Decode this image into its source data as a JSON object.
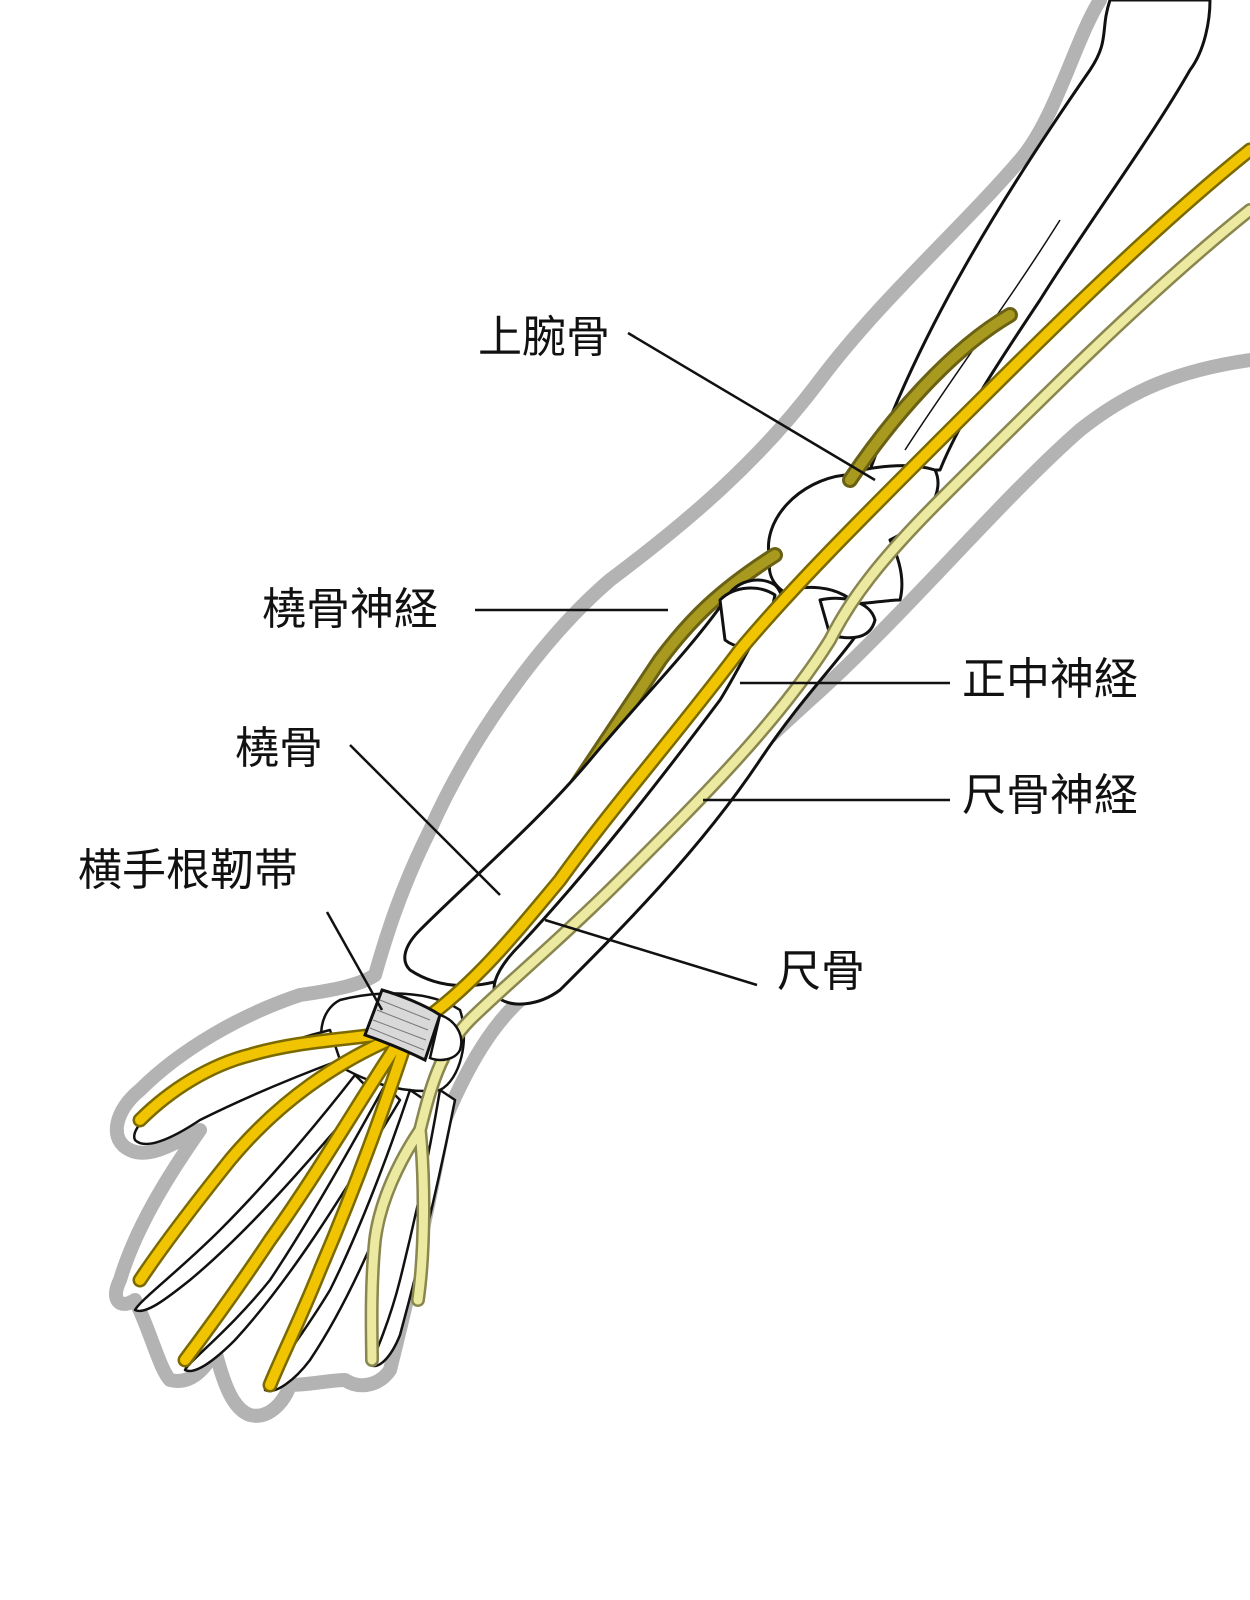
{
  "labels": {
    "humerus": "上腕骨",
    "radial_nerve": "橈骨神経",
    "median_nerve": "正中神経",
    "radius": "橈骨",
    "ulnar_nerve": "尺骨神経",
    "transverse_carpal_ligament": "横手根靭帯",
    "ulna": "尺骨"
  },
  "colors": {
    "arm_outline": "#b3b3b3",
    "bone_fill": "#ffffff",
    "bone_stroke": "#111111",
    "median_nerve": "#f0c400",
    "ulnar_nerve": "#ece9a0",
    "radial_nerve": "#a89a1e",
    "ligament": "#d9d9d9",
    "leader_line": "#111111"
  }
}
